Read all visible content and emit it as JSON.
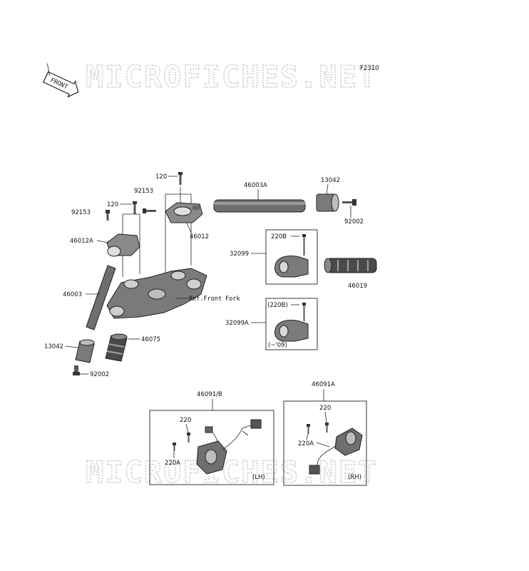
{
  "watermark": "MICROFICHES.NET",
  "figure_code": "F2310",
  "front_badge": "FRONT",
  "labels": {
    "p120_top": "120",
    "p92153_top": "92153",
    "p120_left": "120",
    "p92153_left": "92153",
    "p46012A": "46012A",
    "p46012": "46012",
    "p46003A": "46003A",
    "p13042_top": "13042",
    "p92002_top": "92002",
    "p32099": "32099",
    "p220B": "220B",
    "p46019": "46019",
    "p46003": "46003",
    "ref_front_fork": "Ref.Front Fork",
    "p32099A": "32099A",
    "p220B_paren": "(220B)",
    "note_09": "(~'09)",
    "p46075": "46075",
    "p13042_left": "13042",
    "p92002_left": "92002",
    "p46091B": "46091/B",
    "p46091A": "46091A",
    "p220_lh": "220",
    "p220A_lh": "220A",
    "lh": "(LH)",
    "p220_rh": "220",
    "p220A_rh": "220A",
    "rh": "(RH)"
  }
}
